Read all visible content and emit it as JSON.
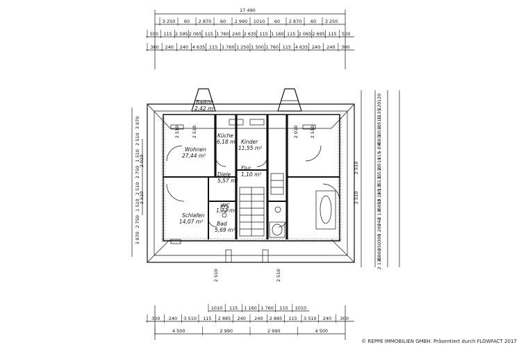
{
  "rooms": [
    {
      "id": "balkon",
      "name": "Balkon",
      "area": "2,42 m²"
    },
    {
      "id": "wohnen",
      "name": "Wohnen",
      "area": "27,44 m²"
    },
    {
      "id": "kueche",
      "name": "Küche",
      "area": "6,18 m²"
    },
    {
      "id": "kinder",
      "name": "Kinder",
      "area": "11,55 m²"
    },
    {
      "id": "diele",
      "name": "Diele",
      "area": "5,57 m²"
    },
    {
      "id": "flur",
      "name": "Flur",
      "area": "1,10 m²"
    },
    {
      "id": "wc",
      "name": "WC",
      "area": "1,72 m²"
    },
    {
      "id": "schlafen",
      "name": "Schlafen",
      "area": "14,07 m²"
    },
    {
      "id": "bad",
      "name": "Bad",
      "area": "5,69 m²"
    }
  ],
  "dims_top": {
    "overall": "17 490",
    "row1": [
      "3 250",
      "60",
      "2 870",
      "60",
      "2 990",
      "1010",
      "60",
      "2 870",
      "60",
      "3 250"
    ],
    "row2": [
      "500",
      "115",
      "2 595",
      "2 065",
      "115",
      "1 760",
      "240",
      "2 635",
      "115",
      "1 160",
      "115",
      "2 065",
      "2 695",
      "115",
      "500"
    ],
    "row3": [
      "380",
      "240",
      "240",
      "4 635",
      "115",
      "1 760",
      "1 250",
      "1 500",
      "1 760",
      "115",
      "4 635",
      "240",
      "240",
      "300"
    ]
  },
  "dims_bottom": {
    "row1": [
      "1010",
      "115",
      "1 160",
      "1 760",
      "115",
      "1010"
    ],
    "row2": [
      "300",
      "240",
      "3 510",
      "115",
      "2 885",
      "240",
      "240",
      "2 885",
      "115",
      "3 510",
      "240",
      "300"
    ],
    "row3": [
      "4 500",
      "2 990",
      "2 990",
      "4 500"
    ]
  },
  "dims_left": [
    "3 870",
    "2 510",
    "1 510",
    "2 750",
    "2 510",
    "1 510",
    "2 750",
    "3 870"
  ],
  "dims_right": [
    "120",
    "120",
    "1135",
    "2 510",
    "1 510",
    "4 010",
    "5 895",
    "115",
    "2 510",
    "1 510",
    "3 135",
    "2 135",
    "13 240",
    "4 850",
    "2 135",
    "240",
    "1 200",
    "300",
    "250",
    "4 860",
    "2 135"
  ],
  "openings": [
    "2 510",
    "2 510",
    "2 010",
    "2 510",
    "2 010",
    "2 510",
    "2 510",
    "2 510",
    "2 510",
    "2 510"
  ],
  "credit": "© REPPE IMMOBILIEN GMBH. Präsentiert durch FLOWFACT 2017"
}
